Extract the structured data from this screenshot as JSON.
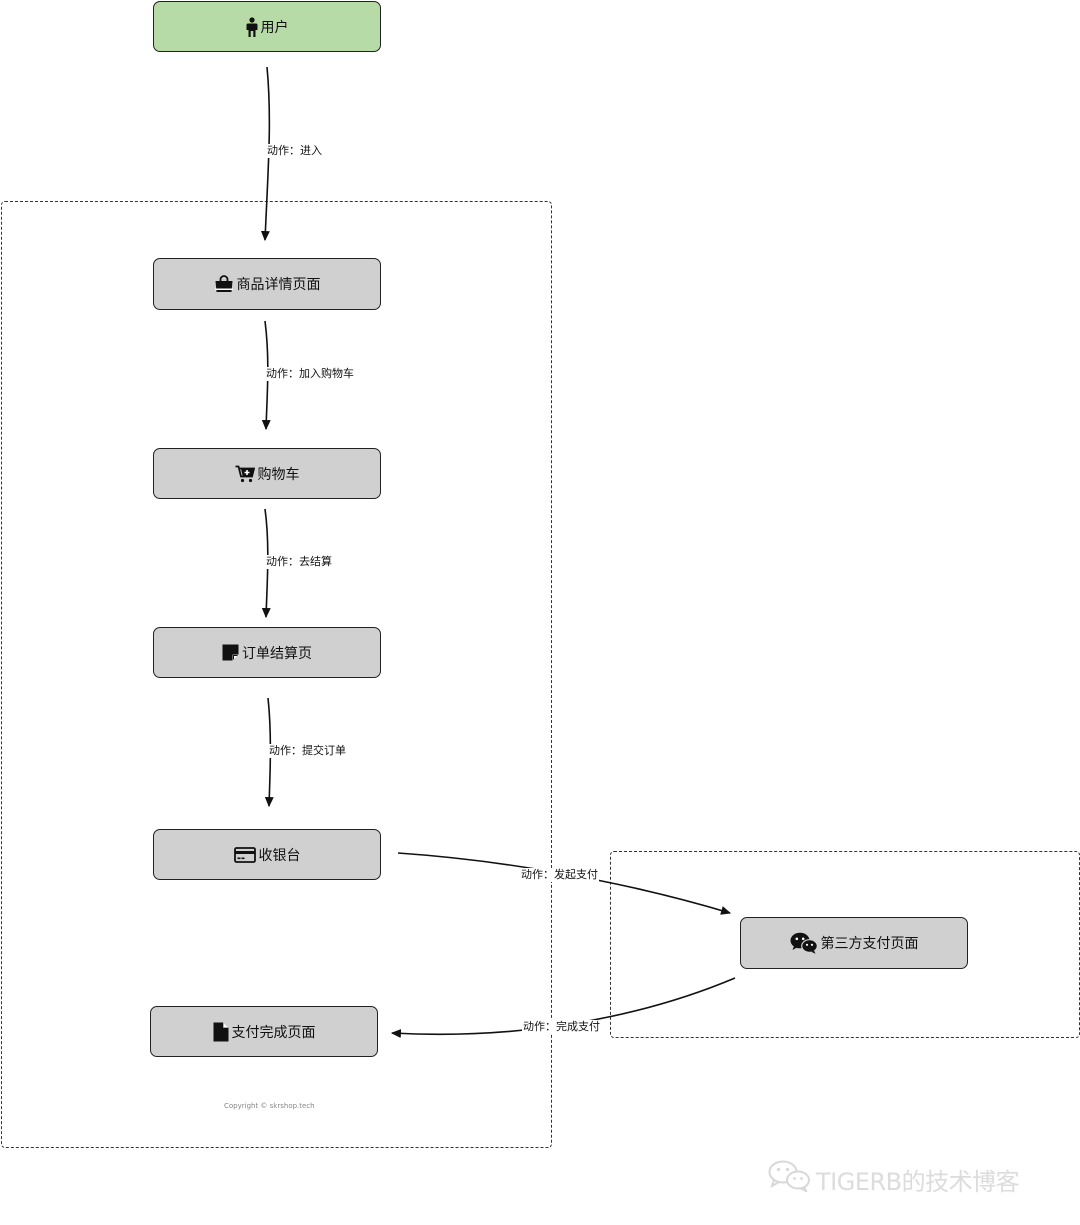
{
  "nodes": {
    "user": {
      "label": "用户",
      "icon": "person-icon"
    },
    "product_detail": {
      "label": "商品详情页面",
      "icon": "shopping-bag-icon"
    },
    "cart": {
      "label": "购物车",
      "icon": "cart-plus-icon"
    },
    "order_checkout": {
      "label": "订单结算页",
      "icon": "sticky-note-icon"
    },
    "cashier": {
      "label": "收银台",
      "icon": "credit-card-icon"
    },
    "third_party_pay": {
      "label": "第三方支付页面",
      "icon": "wechat-icon"
    },
    "pay_complete": {
      "label": "支付完成页面",
      "icon": "file-icon"
    }
  },
  "edges": {
    "enter": "动作：进入",
    "add_to_cart": "动作：加入购物车",
    "checkout": "动作：去结算",
    "submit_order": "动作：提交订单",
    "initiate_payment": "动作：发起支付",
    "complete_payment": "动作：完成支付"
  },
  "footer": {
    "copyright": "Copyright © skrshop.tech",
    "watermark": "TIGERB的技术博客"
  },
  "colors": {
    "user_node": "#b7dba6",
    "page_node": "#d0d0d0",
    "border": "#222222"
  }
}
